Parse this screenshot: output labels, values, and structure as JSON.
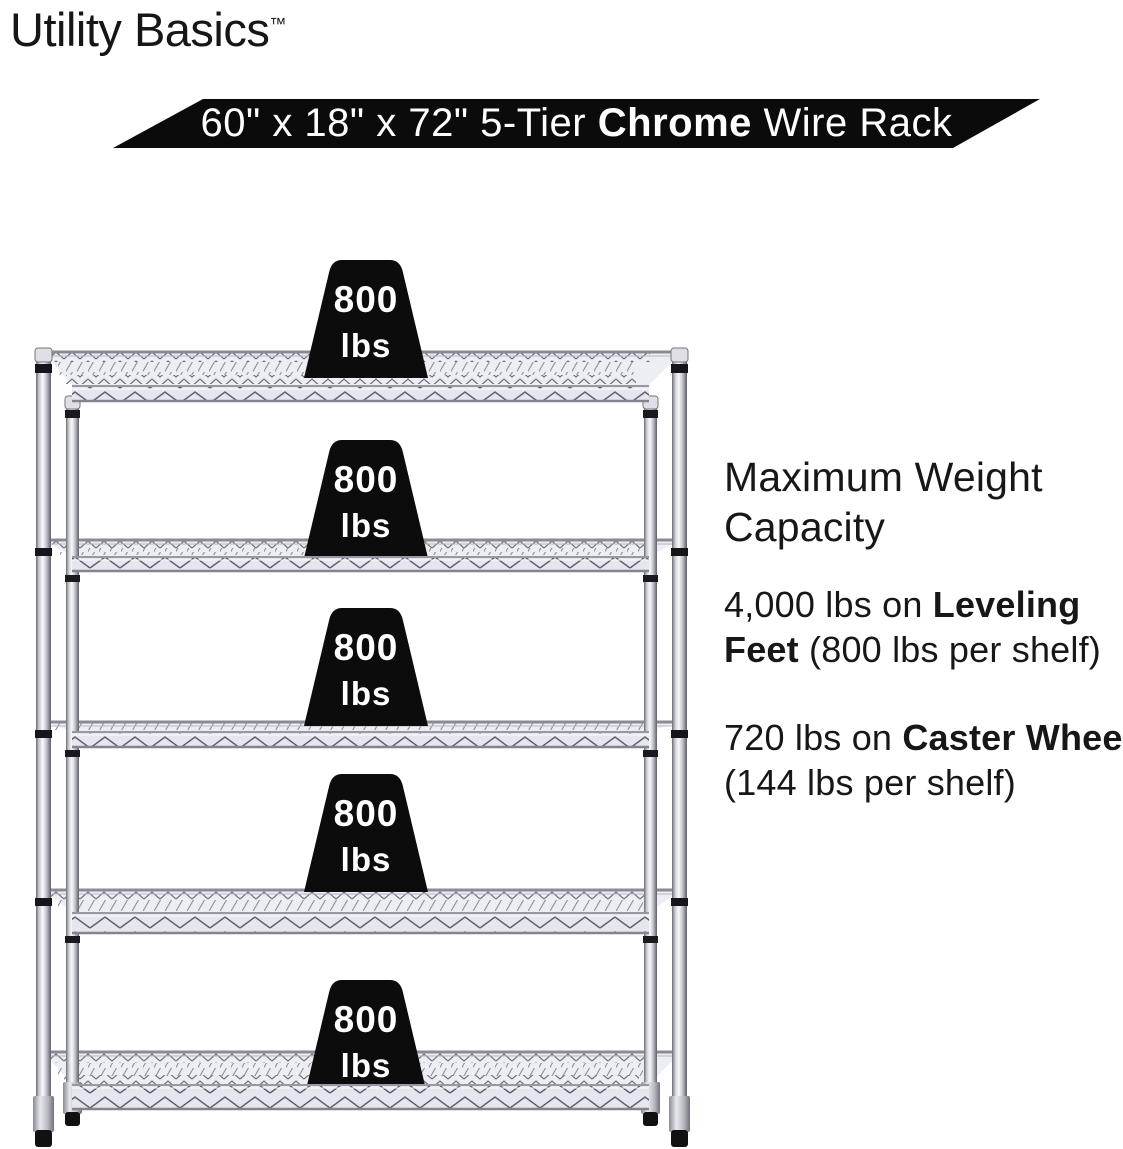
{
  "brand": {
    "name": "Utility Basics",
    "trademark": "™"
  },
  "banner": {
    "prefix": "60\" x 18\" x 72\" 5-Tier ",
    "highlight": "Chrome",
    "suffix": " Wire Rack"
  },
  "rack": {
    "tiers": 5,
    "weights": [
      {
        "value": "800",
        "unit": "lbs"
      },
      {
        "value": "800",
        "unit": "lbs"
      },
      {
        "value": "800",
        "unit": "lbs"
      },
      {
        "value": "800",
        "unit": "lbs"
      },
      {
        "value": "800",
        "unit": "lbs"
      }
    ]
  },
  "details": {
    "heading": "Maximum Weight Capacity",
    "specs": [
      {
        "pre": "4,000 lbs on ",
        "bold": "Leveling Feet",
        "post": " (800 lbs per shelf)"
      },
      {
        "pre": "720 lbs on ",
        "bold": "Caster Wheels",
        "post": " (144 lbs per shelf)"
      }
    ]
  },
  "colors": {
    "banner_bg": "#0b0b0b",
    "weight_fill": "#0c0c0c",
    "text": "#171717",
    "chrome_light": "#ededf4",
    "wire": "#74747e"
  }
}
